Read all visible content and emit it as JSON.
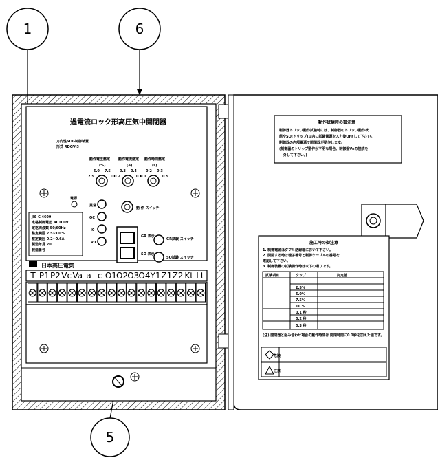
{
  "callouts": [
    "1",
    "6",
    "5"
  ],
  "relay": {
    "title": "過電流ロック形高圧気中開閉器",
    "direction_line1": "方向性SOG制御装置",
    "direction_line2": "形式 RDGV-3",
    "settings_labels": [
      "動作電圧整定",
      "動作電流整定",
      "動作時間整定"
    ],
    "settings_units": [
      "(%)",
      "(A)",
      "(s)"
    ],
    "voltage_ticks": [
      "5.0",
      "7.5",
      "2.5",
      "10"
    ],
    "current_ticks": [
      "0.3",
      "0.4",
      "0.2",
      "0.6"
    ],
    "time_ticks": [
      "0.2",
      "0.3",
      "0.1",
      "0.5"
    ],
    "power_label": "電源",
    "indicators": [
      "異常",
      "OC",
      "I0",
      "V0"
    ],
    "test_switch": "動 作 スイッチ",
    "gr_label": "GR 表示",
    "gr_switch": "GR試験 スイッチ",
    "so_label": "SO 表示",
    "so_switch": "SO試験 スイッチ",
    "spec_lines": [
      "JIS C 4609",
      "定格制御電圧 AC100V",
      "定格周波数 50/60Hz",
      "整定範囲 2.5~10 %",
      "整定範囲 0.2~0.6A",
      "製造年月 20",
      "製造番号"
    ],
    "maker": "日本高圧電気",
    "terminals": [
      "T",
      "P1",
      "P2",
      "Vc",
      "Va",
      "a",
      "c",
      "O1",
      "O2",
      "O3",
      "O4",
      "Y1",
      "Z1",
      "Z2",
      "Kt",
      "Lt"
    ]
  },
  "door": {
    "notice_title": "動作試験時の御注意",
    "notice_lines": [
      "制御器トリップ動作試験時には、制御器のトリップ動作状",
      "態やSO(トリップ)以内に試験電源を入力後OFFして下さい。",
      "制御器の内部電源で開閉器が動作します。",
      "(制御器のトリップ動作が不明な場合、制御盤Voの接続を",
      "外して下さい。)"
    ],
    "install_title": "施工時の御注意",
    "install_lines": [
      "1. 制御電源はダブル結線端において下さい。",
      "2. 開閉する時は端子番号と制御ケーブルの番号を",
      "   確認して下さい。",
      "3. 制御装置の試験操作時は以下の通りです。"
    ],
    "table_header": [
      "試験項目",
      "タップ",
      "判定値"
    ],
    "table_rows": [
      "2.5%",
      "5.0%",
      "7.5%",
      "10 %",
      "0.1 秒",
      "0.2 秒",
      "0.3 秒"
    ],
    "caution_label": "注意",
    "danger_label": "危険",
    "footnote": "(注) 開閉器と組み合わせ場合の動作時間は 開閉時間に0.1秒を加えた値です。"
  }
}
